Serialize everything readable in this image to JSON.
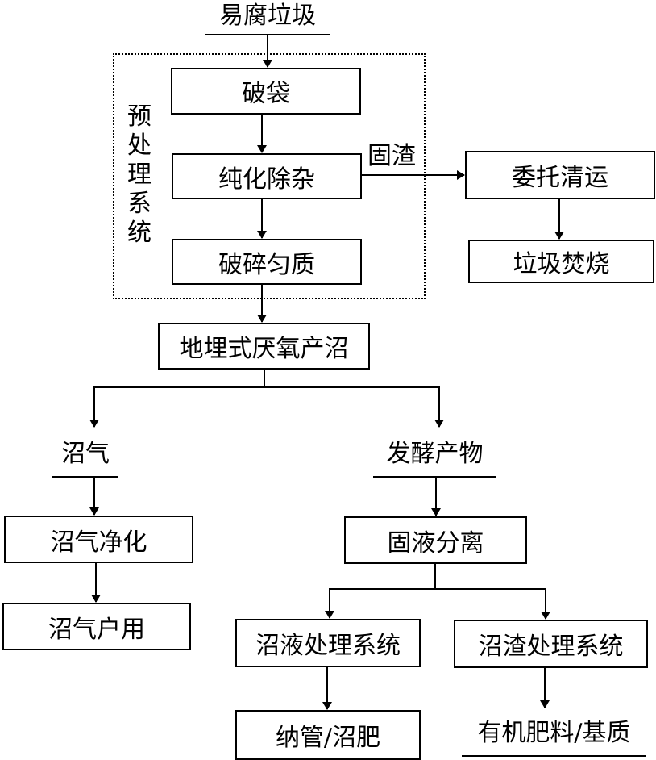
{
  "diagram": {
    "input": "易腐垃圾",
    "pretreatment_group": "预处理系统",
    "steps": {
      "bag_breaking": "破袋",
      "purification": "纯化除杂",
      "crushing": "破碎匀质"
    },
    "solid_residue_label": "固渣",
    "residue_path": {
      "outsourced_transport": "委托清运",
      "incineration": "垃圾焚烧"
    },
    "digester": "地埋式厌氧产沼",
    "biogas_branch": {
      "output": "沼气",
      "purification": "沼气净化",
      "household_use": "沼气户用"
    },
    "fermentation_branch": {
      "output": "发酵产物",
      "separation": "固液分离",
      "liquid_system": "沼液处理系统",
      "liquid_output": "纳管/沼肥",
      "solid_system": "沼渣处理系统",
      "solid_output": "有机肥料/基质"
    }
  }
}
